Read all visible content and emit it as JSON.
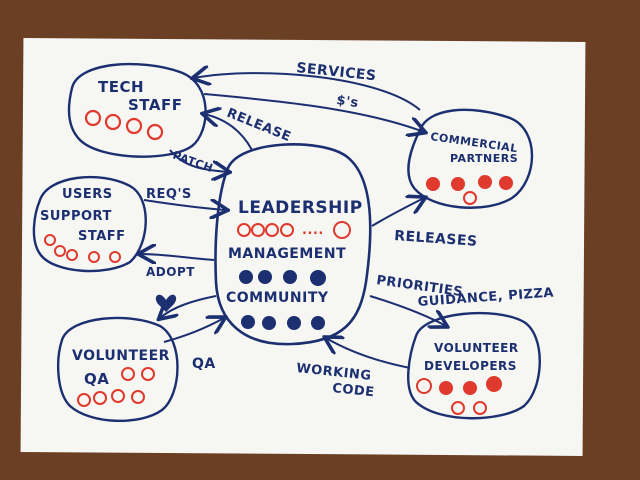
{
  "nodes": {
    "tech_staff": {
      "line1": "TECH",
      "line2": "STAFF"
    },
    "commercial_partners": {
      "line1": "COMMERCIAL",
      "line2": "PARTNERS"
    },
    "users_support": {
      "line1": "USERS",
      "line2": "SUPPORT",
      "line3": "STAFF"
    },
    "leadership": {
      "line1": "LEADERSHIP",
      "dots": "....",
      "line2": "MANAGEMENT",
      "line3": "COMMUNITY"
    },
    "volunteer_qa": {
      "line1": "VOLUNTEER",
      "line2": "QA"
    },
    "volunteer_developers": {
      "line1": "VOLUNTEER",
      "line2": "DEVELOPERS"
    }
  },
  "edges": {
    "services": "SERVICES",
    "money": "$'s",
    "release": "RELEASE",
    "patch": "PATCH",
    "reqs": "REQ'S",
    "releases": "RELEASES",
    "adopt": "ADOPT",
    "qa": "QA",
    "priorities": "PRIORITIES",
    "guidance": "GUIDANCE, PIZZA",
    "working": "WORKING",
    "code": "CODE"
  },
  "colors": {
    "ink": "#1c2f70",
    "red_marker": "#e03a2e",
    "paper": "#f6f6f2",
    "background": "#6a3f24"
  }
}
